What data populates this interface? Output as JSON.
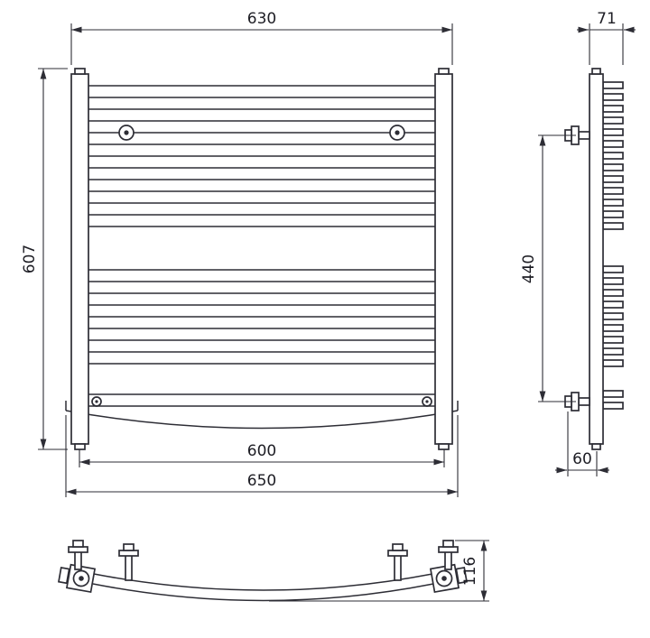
{
  "dimensions": {
    "front": {
      "width_top": "630",
      "height": "607",
      "width_inner": "600",
      "width_overall": "650"
    },
    "side": {
      "depth": "71",
      "bracket_spacing": "440",
      "bottom_offset": "60"
    },
    "top": {
      "depth": "116"
    }
  },
  "colors": {
    "line": "#2d2d35",
    "text": "#1d1d24",
    "background": "#ffffff"
  }
}
